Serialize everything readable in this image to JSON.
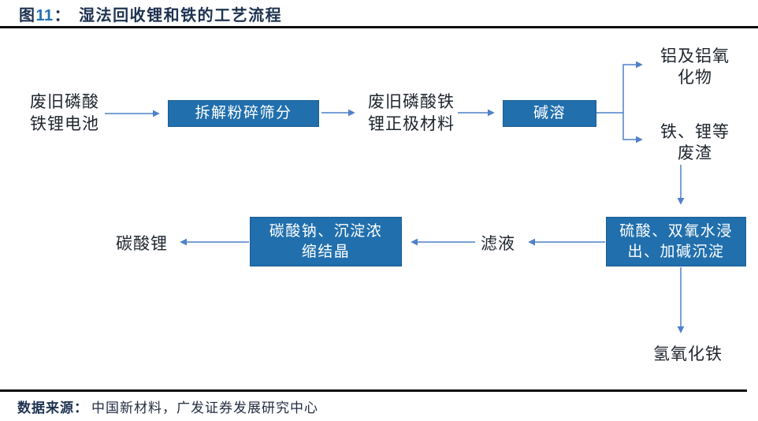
{
  "header": {
    "figure_prefix": "图",
    "figure_number": "11",
    "colon": "：",
    "title": "湿法回收锂和铁的工艺流程"
  },
  "colors": {
    "process_box_fill": "#216FAD",
    "process_box_border": "#1A5D94",
    "arrow": "#4F81C7",
    "figure_number_accent": "#2371B5",
    "title_text": "#1E3250",
    "node_text": "#20262E"
  },
  "flow": {
    "nodes": {
      "waste_battery": {
        "lines": [
          "废旧磷酸",
          "铁锂电池"
        ]
      },
      "dismantle": {
        "label": "拆解粉碎筛分"
      },
      "cathode_material": {
        "lines": [
          "废旧磷酸铁",
          "锂正极材料"
        ]
      },
      "alkali_dissolve": {
        "label": "碱溶"
      },
      "aluminum_oxide": {
        "lines": [
          "铝及铝氧",
          "化物"
        ]
      },
      "iron_lithium_residue": {
        "lines": [
          "铁、锂等",
          "废渣"
        ]
      },
      "acid_leach": {
        "lines": [
          "硫酸、双氧水浸",
          "出、加碱沉淀"
        ]
      },
      "filtrate": {
        "label": "滤液"
      },
      "sodium_carbonate": {
        "lines": [
          "碳酸钠、沉淀浓",
          "缩结晶"
        ]
      },
      "lithium_carbonate": {
        "label": "碳酸锂"
      },
      "iron_hydroxide": {
        "label": "氢氧化铁"
      }
    }
  },
  "footer": {
    "source_label": "数据来源：",
    "source_text": "中国新材料，广发证券发展研究中心"
  }
}
